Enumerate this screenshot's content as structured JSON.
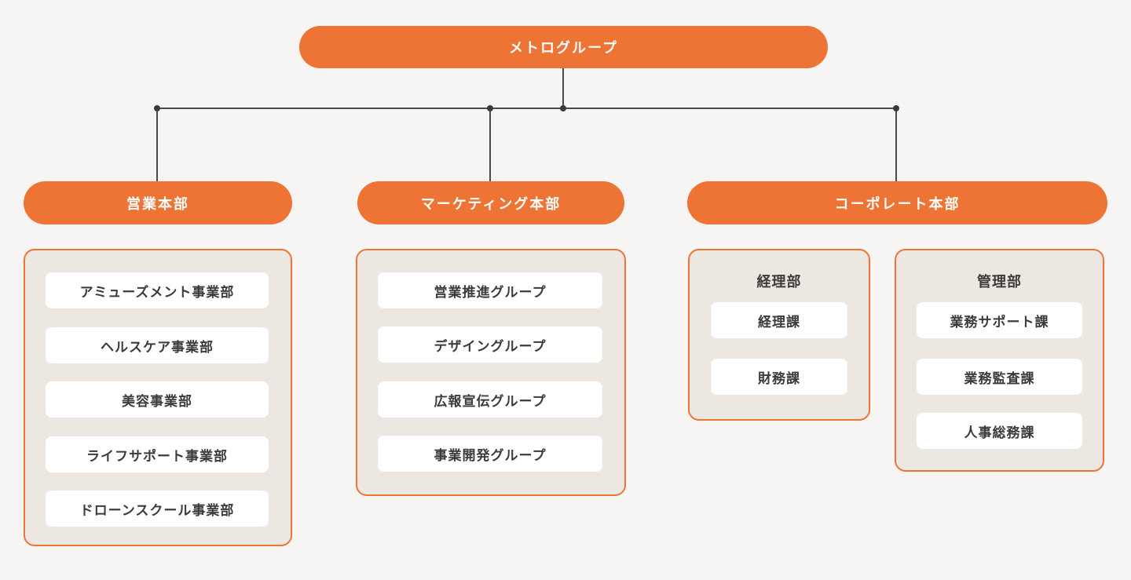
{
  "colors": {
    "accent_orange": "#ED7434",
    "panel_beige": "#ECE8E1",
    "card_white": "#FFFFFF",
    "page_background": "#F6F5F3",
    "connector_gray": "#4A4A4A",
    "text_dark": "#3B3B3B",
    "text_light": "#FFFFFF"
  },
  "org": {
    "root": {
      "label": "メトログループ"
    },
    "branches": [
      {
        "label": "営業本部",
        "items": [
          "アミューズメント事業部",
          "ヘルスケア事業部",
          "美容事業部",
          "ライフサポート事業部",
          "ドローンスクール事業部"
        ]
      },
      {
        "label": "マーケティング本部",
        "items": [
          "営業推進グループ",
          "デザイングループ",
          "広報宣伝グループ",
          "事業開発グループ"
        ]
      },
      {
        "label": "コーポレート本部",
        "departments": [
          {
            "label": "経理部",
            "items": [
              "経理課",
              "財務課"
            ]
          },
          {
            "label": "管理部",
            "items": [
              "業務サポート課",
              "業務監査課",
              "人事総務課"
            ]
          }
        ]
      }
    ]
  }
}
